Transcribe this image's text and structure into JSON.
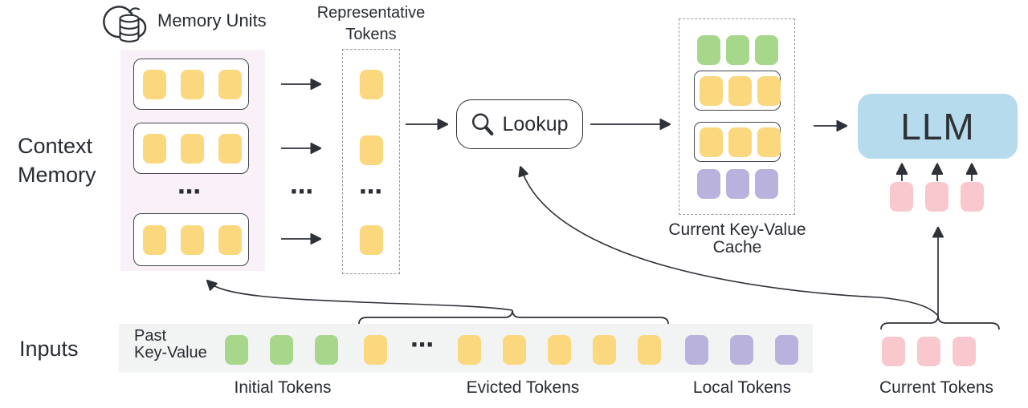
{
  "palette": {
    "yellow": "#fbd77d",
    "green": "#a7d78a",
    "purple": "#b8b2dc",
    "pink": "#f9c8ce",
    "blue": "#b6dbec",
    "memory_bg": "#faf0f8",
    "strip_bg": "#f2f4f3",
    "line": "#2d3138",
    "text": "#282c33"
  },
  "labels": {
    "context_memory": "Context\nMemory",
    "memory_units": "Memory Units",
    "representative_tokens": "Representative\nTokens",
    "lookup": "Lookup",
    "current_kv_cache": "Current Key-Value\nCache",
    "llm": "LLM",
    "inputs": "Inputs",
    "past_key_value": "Past\nKey-Value",
    "initial_tokens": "Initial Tokens",
    "evicted_tokens": "Evicted Tokens",
    "local_tokens": "Local Tokens",
    "current_tokens": "Current Tokens",
    "ellipsis": "⋯"
  },
  "icons": {
    "memory_units_icon": "cloud-database",
    "lookup_icon": "magnifying-glass"
  },
  "context_memory": {
    "units": [
      {
        "tokens": [
          "yellow",
          "yellow",
          "yellow"
        ]
      },
      {
        "tokens": [
          "yellow",
          "yellow",
          "yellow"
        ]
      },
      {
        "tokens": [
          "yellow",
          "yellow",
          "yellow"
        ]
      }
    ]
  },
  "representative": {
    "tokens": [
      "yellow",
      "yellow",
      "yellow"
    ]
  },
  "cache": {
    "rows": [
      {
        "boxed": false,
        "tokens": [
          "green",
          "green",
          "green"
        ]
      },
      {
        "boxed": true,
        "tokens": [
          "yellow",
          "yellow",
          "yellow"
        ]
      },
      {
        "boxed": true,
        "tokens": [
          "yellow",
          "yellow",
          "yellow"
        ]
      },
      {
        "boxed": false,
        "tokens": [
          "purple",
          "purple",
          "purple"
        ]
      }
    ]
  },
  "llm_input": {
    "tokens": [
      "pink",
      "pink",
      "pink"
    ]
  },
  "input_strip": {
    "initial": {
      "tokens": [
        "green",
        "green",
        "green"
      ]
    },
    "evicted_pre": {
      "tokens": [
        "yellow"
      ]
    },
    "evicted_post": {
      "tokens": [
        "yellow",
        "yellow",
        "yellow",
        "yellow",
        "yellow"
      ]
    },
    "local": {
      "tokens": [
        "purple",
        "purple",
        "purple"
      ]
    },
    "current": {
      "tokens": [
        "pink",
        "pink",
        "pink"
      ]
    }
  }
}
